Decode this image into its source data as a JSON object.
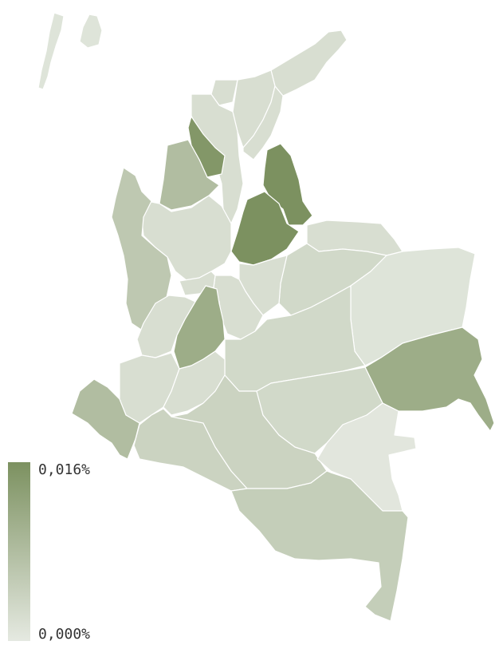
{
  "colors": {
    "scale_low": "#e5e9e1",
    "scale_high": "#7c9160"
  },
  "legend": {
    "max_label": "0,016%",
    "min_label": "0,000%",
    "max_value": 0.016,
    "min_value": 0.0
  },
  "regions": [
    {
      "id": "san-andres",
      "value": 0.001
    },
    {
      "id": "la-guajira",
      "value": 0.002
    },
    {
      "id": "magdalena",
      "value": 0.002
    },
    {
      "id": "atlantico",
      "value": 0.002
    },
    {
      "id": "cesar",
      "value": 0.002
    },
    {
      "id": "bolivar",
      "value": 0.002
    },
    {
      "id": "sucre",
      "value": 0.015
    },
    {
      "id": "cordoba",
      "value": 0.008
    },
    {
      "id": "norte-de-santander",
      "value": 0.016
    },
    {
      "id": "santander",
      "value": 0.016
    },
    {
      "id": "antioquia",
      "value": 0.002
    },
    {
      "id": "choco",
      "value": 0.006
    },
    {
      "id": "arauca",
      "value": 0.002
    },
    {
      "id": "casanare",
      "value": 0.003
    },
    {
      "id": "vichada",
      "value": 0.001
    },
    {
      "id": "boyaca",
      "value": 0.002
    },
    {
      "id": "cundinamarca",
      "value": 0.002
    },
    {
      "id": "caldas",
      "value": 0.002
    },
    {
      "id": "tolima",
      "value": 0.011
    },
    {
      "id": "valle-del-cauca",
      "value": 0.002
    },
    {
      "id": "meta",
      "value": 0.003
    },
    {
      "id": "guainia",
      "value": 0.011
    },
    {
      "id": "cauca",
      "value": 0.002
    },
    {
      "id": "huila",
      "value": 0.002
    },
    {
      "id": "narino",
      "value": 0.008
    },
    {
      "id": "putumayo",
      "value": 0.004
    },
    {
      "id": "caqueta",
      "value": 0.004
    },
    {
      "id": "guaviare",
      "value": 0.003
    },
    {
      "id": "vaupes",
      "value": 0.0005
    },
    {
      "id": "amazonas",
      "value": 0.005
    }
  ]
}
